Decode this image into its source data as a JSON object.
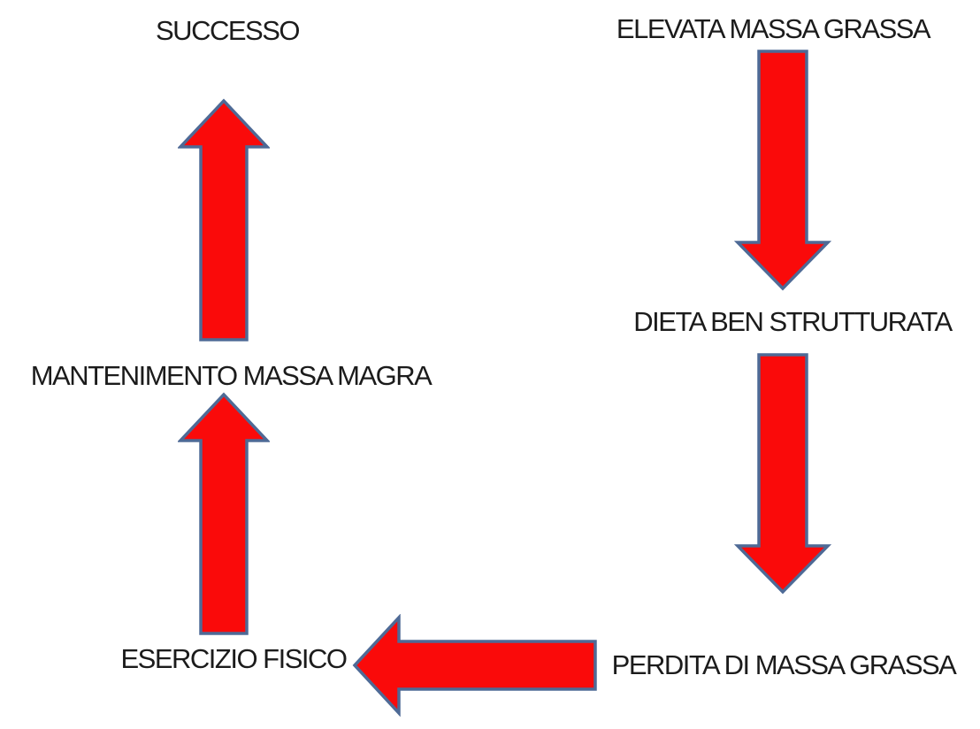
{
  "diagram": {
    "type": "cycle-flow",
    "nodes": [
      {
        "id": "successo",
        "label": "SUCCESSO"
      },
      {
        "id": "elevata-massa-grassa",
        "label": "ELEVATA MASSA GRASSA"
      },
      {
        "id": "dieta-ben-strutturata",
        "label": "DIETA BEN STRUTTURATA"
      },
      {
        "id": "perdita-di-massa-grassa",
        "label": "PERDITA DI MASSA GRASSA"
      },
      {
        "id": "esercizio-fisico",
        "label": "ESERCIZIO FISICO"
      },
      {
        "id": "mantenimento-massa-magra",
        "label": "MANTENIMENTO MASSA MAGRA"
      }
    ],
    "edges": [
      {
        "from": "elevata-massa-grassa",
        "to": "dieta-ben-strutturata",
        "direction": "down"
      },
      {
        "from": "dieta-ben-strutturata",
        "to": "perdita-di-massa-grassa",
        "direction": "down"
      },
      {
        "from": "perdita-di-massa-grassa",
        "to": "esercizio-fisico",
        "direction": "left"
      },
      {
        "from": "esercizio-fisico",
        "to": "mantenimento-massa-magra",
        "direction": "up"
      },
      {
        "from": "mantenimento-massa-magra",
        "to": "successo",
        "direction": "up"
      }
    ]
  },
  "colors": {
    "background": "#ffffff",
    "text": "#1b1b1b",
    "arrow_fill": "#fa0a0a",
    "arrow_stroke": "#4e6a96"
  }
}
